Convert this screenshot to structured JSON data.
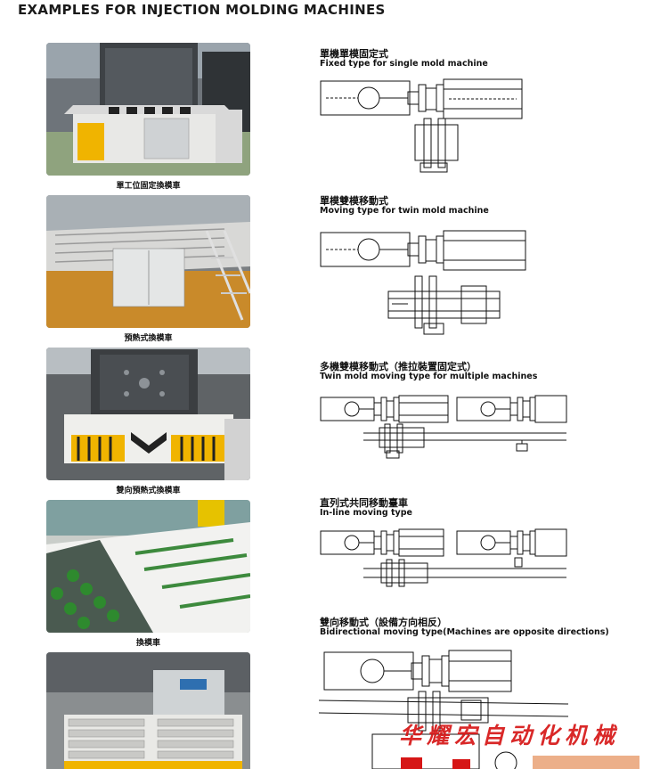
{
  "header": {
    "title": "EXAMPLES FOR INJECTION MOLDING MACHINES"
  },
  "photos": [
    {
      "caption": "單工位固定換模車"
    },
    {
      "caption": "預熱式換模車"
    },
    {
      "caption": "雙向預熱式換模車"
    },
    {
      "caption": "換模車"
    },
    {
      "caption": ""
    }
  ],
  "diagrams": [
    {
      "title_zh": "單機單模固定式",
      "title_en": "Fixed type for single mold machine"
    },
    {
      "title_zh": "單模雙模移動式",
      "title_en": "Moving type for twin mold machine"
    },
    {
      "title_zh": "多機雙模移動式（推拉裝置固定式）",
      "title_en": "Twin mold moving type for multiple machines"
    },
    {
      "title_zh": "直列式共同移動臺車",
      "title_en": "In-line moving type"
    },
    {
      "title_zh": "雙向移動式（設備方向相反）",
      "title_en": "Bidirectional moving type(Machines are opposite directions)"
    }
  ],
  "watermark": {
    "text": "华耀宏自动化机械"
  },
  "colors": {
    "accent_yellow": "#f0b400",
    "watermark_red": "#d61616"
  }
}
